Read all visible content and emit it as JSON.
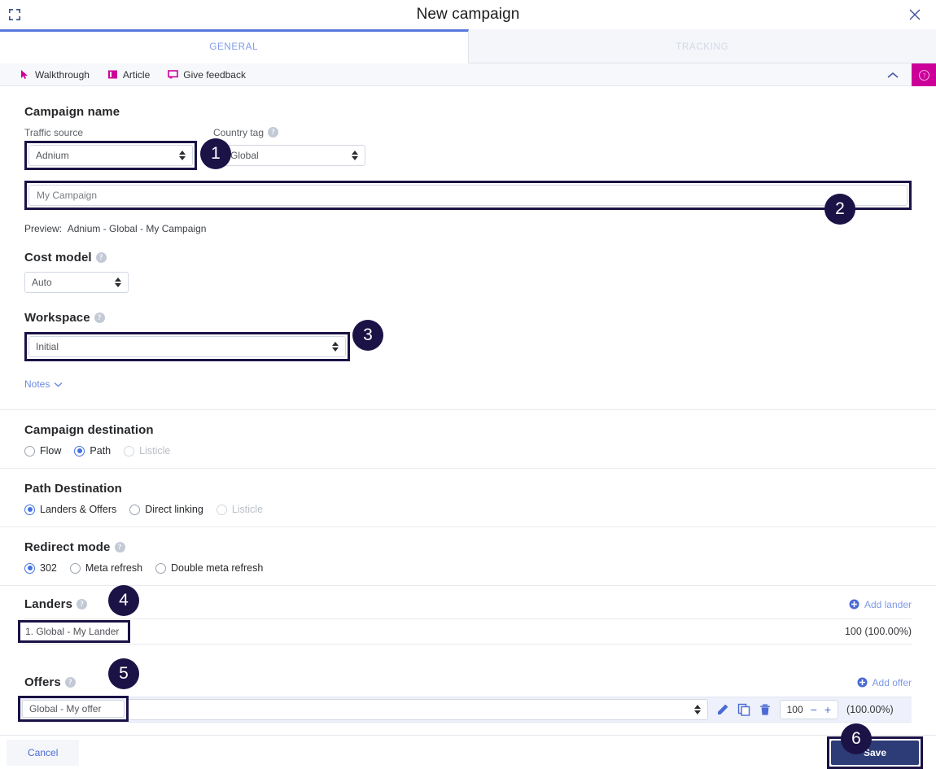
{
  "window": {
    "title": "New campaign",
    "expand_icon": "expand-collapse-icon",
    "close_icon": "close-icon"
  },
  "tabs": [
    {
      "label": "GENERAL",
      "active": true
    },
    {
      "label": "TRACKING",
      "active": false
    }
  ],
  "helpbar": {
    "links": [
      {
        "label": "Walkthrough",
        "icon": "cursor-icon"
      },
      {
        "label": "Article",
        "icon": "book-icon"
      },
      {
        "label": "Give feedback",
        "icon": "speech-bubble-icon"
      }
    ],
    "collapse_icon": "chevron-up-icon",
    "help_icon": "question-circle-icon",
    "help_color": "#cc0099"
  },
  "campaign_name": {
    "heading": "Campaign name",
    "traffic_source": {
      "label": "Traffic source",
      "value": "Adnium"
    },
    "country_tag": {
      "label": "Country tag",
      "value": "Global",
      "help": "?"
    },
    "name_input": {
      "value": "My Campaign"
    },
    "preview_label": "Preview:",
    "preview_value": "Adnium - Global - My Campaign"
  },
  "cost_model": {
    "heading": "Cost model",
    "help": "?",
    "value": "Auto"
  },
  "workspace": {
    "heading": "Workspace",
    "help": "?",
    "value": "Initial"
  },
  "notes": {
    "label": "Notes",
    "icon": "chevron-down-icon"
  },
  "campaign_destination": {
    "heading": "Campaign destination",
    "options": [
      {
        "label": "Flow",
        "selected": false,
        "disabled": false
      },
      {
        "label": "Path",
        "selected": true,
        "disabled": false
      },
      {
        "label": "Listicle",
        "selected": false,
        "disabled": true
      }
    ]
  },
  "path_destination": {
    "heading": "Path Destination",
    "options": [
      {
        "label": "Landers & Offers",
        "selected": true,
        "disabled": false
      },
      {
        "label": "Direct linking",
        "selected": false,
        "disabled": false
      },
      {
        "label": "Listicle",
        "selected": false,
        "disabled": true
      }
    ]
  },
  "redirect_mode": {
    "heading": "Redirect mode",
    "help": "?",
    "options": [
      {
        "label": "302",
        "selected": true,
        "disabled": false
      },
      {
        "label": "Meta refresh",
        "selected": false,
        "disabled": false
      },
      {
        "label": "Double meta refresh",
        "selected": false,
        "disabled": false
      }
    ]
  },
  "landers": {
    "heading": "Landers",
    "help": "?",
    "add_label": "Add lander",
    "add_icon": "plus-circle-icon",
    "rows": [
      {
        "name": "1. Global - My Lander",
        "weight": "100 (100.00%)"
      }
    ]
  },
  "offers": {
    "heading": "Offers",
    "help": "?",
    "add_label": "Add offer",
    "add_icon": "plus-circle-icon",
    "rows": [
      {
        "name": "Global - My offer",
        "edit_icon": "pencil-icon",
        "copy_icon": "duplicate-icon",
        "delete_icon": "trash-icon",
        "weight": "100",
        "minus": "−",
        "plus": "+",
        "percent": "(100.00%)"
      }
    ]
  },
  "footer": {
    "cancel_label": "Cancel",
    "save_label": "Save",
    "save_color": "#2d3c77"
  },
  "badges": [
    {
      "n": "1"
    },
    {
      "n": "2"
    },
    {
      "n": "3"
    },
    {
      "n": "4"
    },
    {
      "n": "5"
    },
    {
      "n": "6"
    }
  ],
  "colors": {
    "highlight_box": "#1b1246",
    "accent_blue": "#4472e0",
    "link_blue": "#7e9ae8",
    "magenta": "#cc0099"
  }
}
